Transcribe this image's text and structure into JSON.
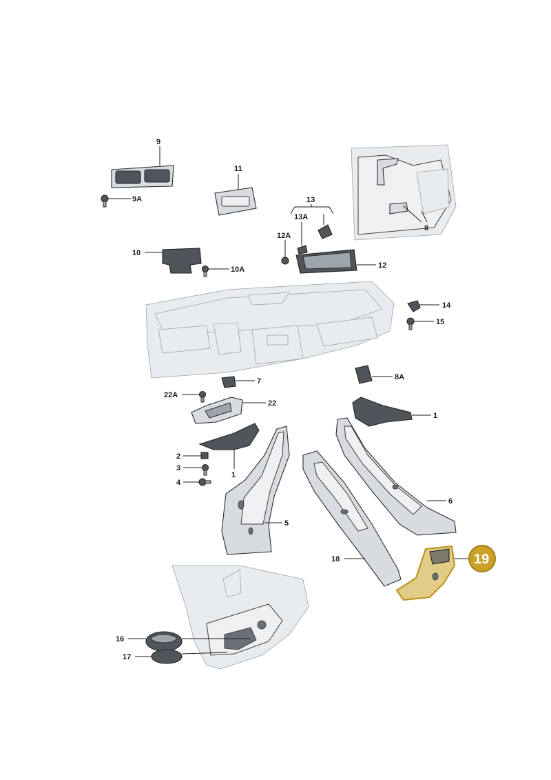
{
  "highlight": {
    "part_number": "19",
    "color": "#c9a227"
  },
  "callouts": {
    "c9": "9",
    "c9a": "9A",
    "c11": "11",
    "c13": "13",
    "c13a": "13A",
    "c12a": "12A",
    "c12": "12",
    "c8": "8",
    "c10": "10",
    "c10a": "10A",
    "c14": "14",
    "c15": "15",
    "c7": "7",
    "c8a": "8A",
    "c22a": "22A",
    "c22": "22",
    "c1_upper": "1",
    "c1_lower": "1",
    "c2": "2",
    "c3": "3",
    "c4": "4",
    "c5": "5",
    "c6": "6",
    "c18": "18",
    "c16": "16",
    "c17": "17"
  }
}
